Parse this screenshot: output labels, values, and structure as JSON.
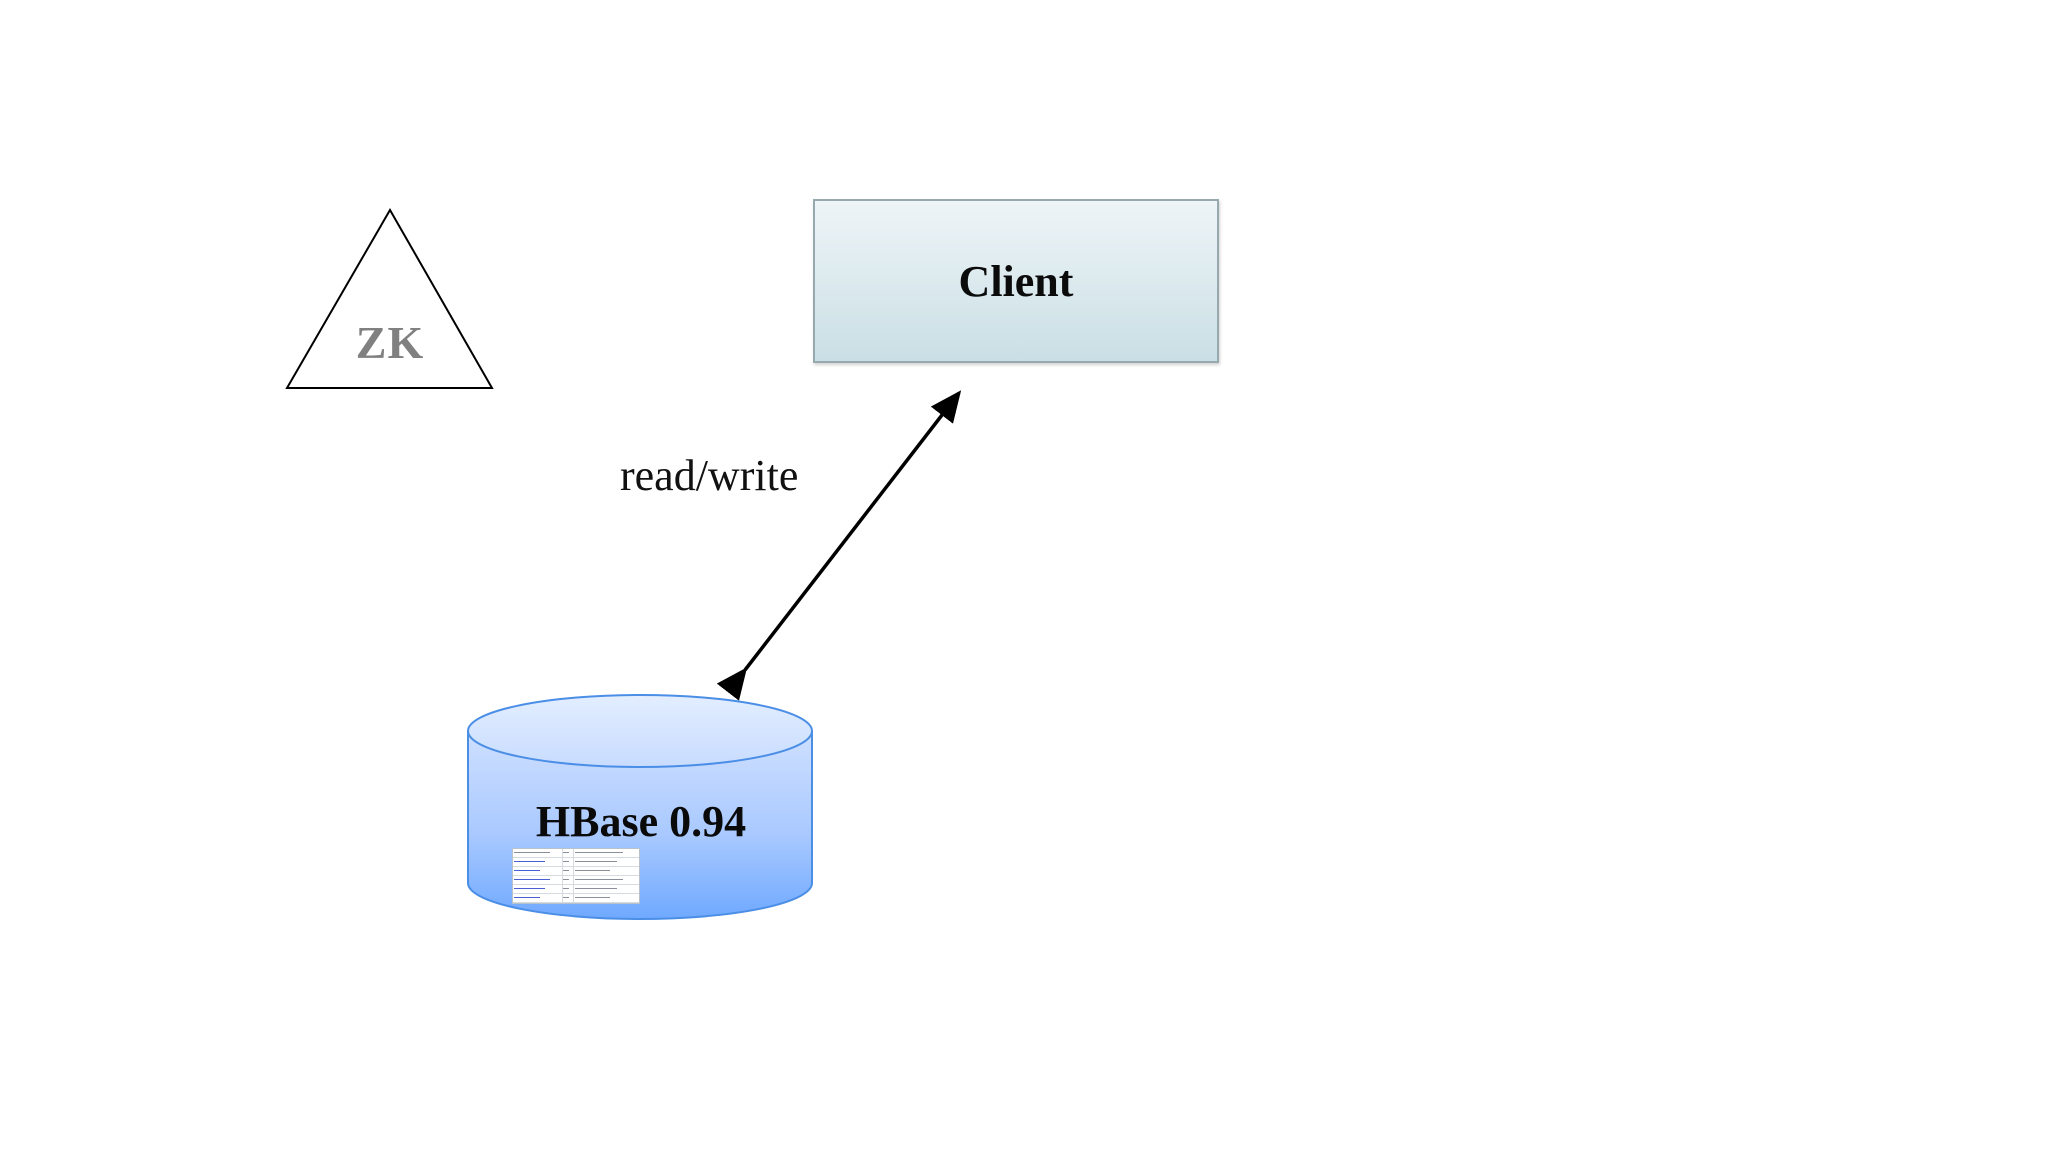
{
  "nodes": {
    "zookeeper": {
      "label": "ZK",
      "shape": "triangle",
      "text_color": "#808080"
    },
    "client": {
      "label": "Client",
      "shape": "rectangle",
      "fill_top": "#eef4f7",
      "fill_bottom": "#c9dfe5",
      "border_color": "#97a9af"
    },
    "hbase": {
      "label": "HBase 0.94",
      "shape": "cylinder",
      "fill_top": "#d8e7ff",
      "fill_bottom": "#6fa9ff",
      "border_color": "#4a8ee6"
    }
  },
  "edges": {
    "client_hbase": {
      "label": "read/write",
      "direction": "bidirectional",
      "color": "#000000"
    }
  },
  "embedded_table": {
    "note": "tiny unreadable table thumbnail",
    "rows": 6
  }
}
